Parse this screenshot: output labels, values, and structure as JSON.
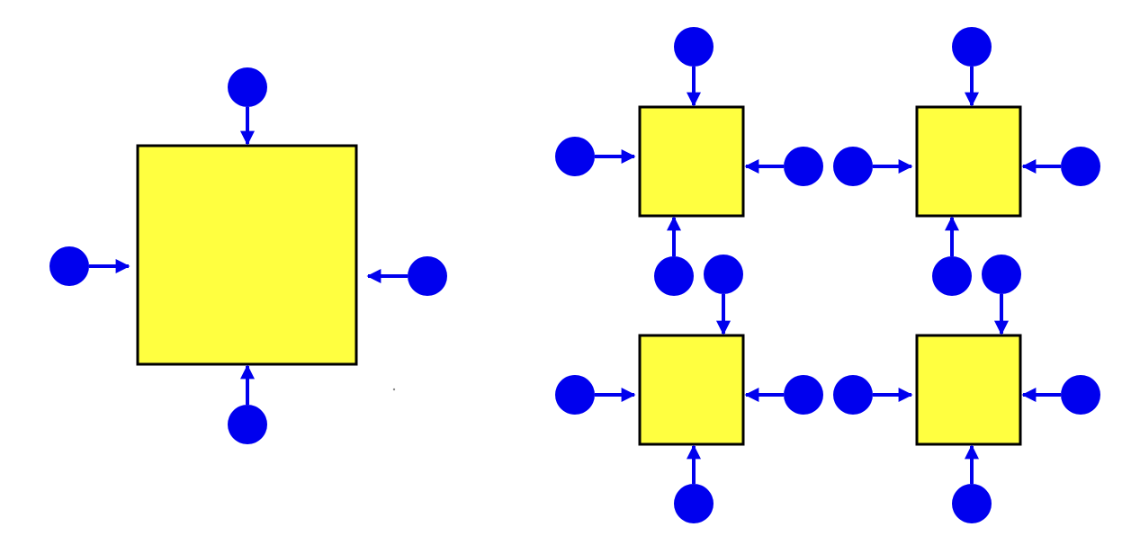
{
  "colors": {
    "box_fill": "#ffff40",
    "box_stroke": "#000000",
    "particle": "#0000ee",
    "arrow": "#0000ee",
    "background": "#ffffff"
  },
  "diagram": {
    "left_panel": {
      "boxes": 1,
      "arrows_per_box": 4
    },
    "right_panel": {
      "boxes": 4,
      "arrows_per_box": 4
    }
  }
}
